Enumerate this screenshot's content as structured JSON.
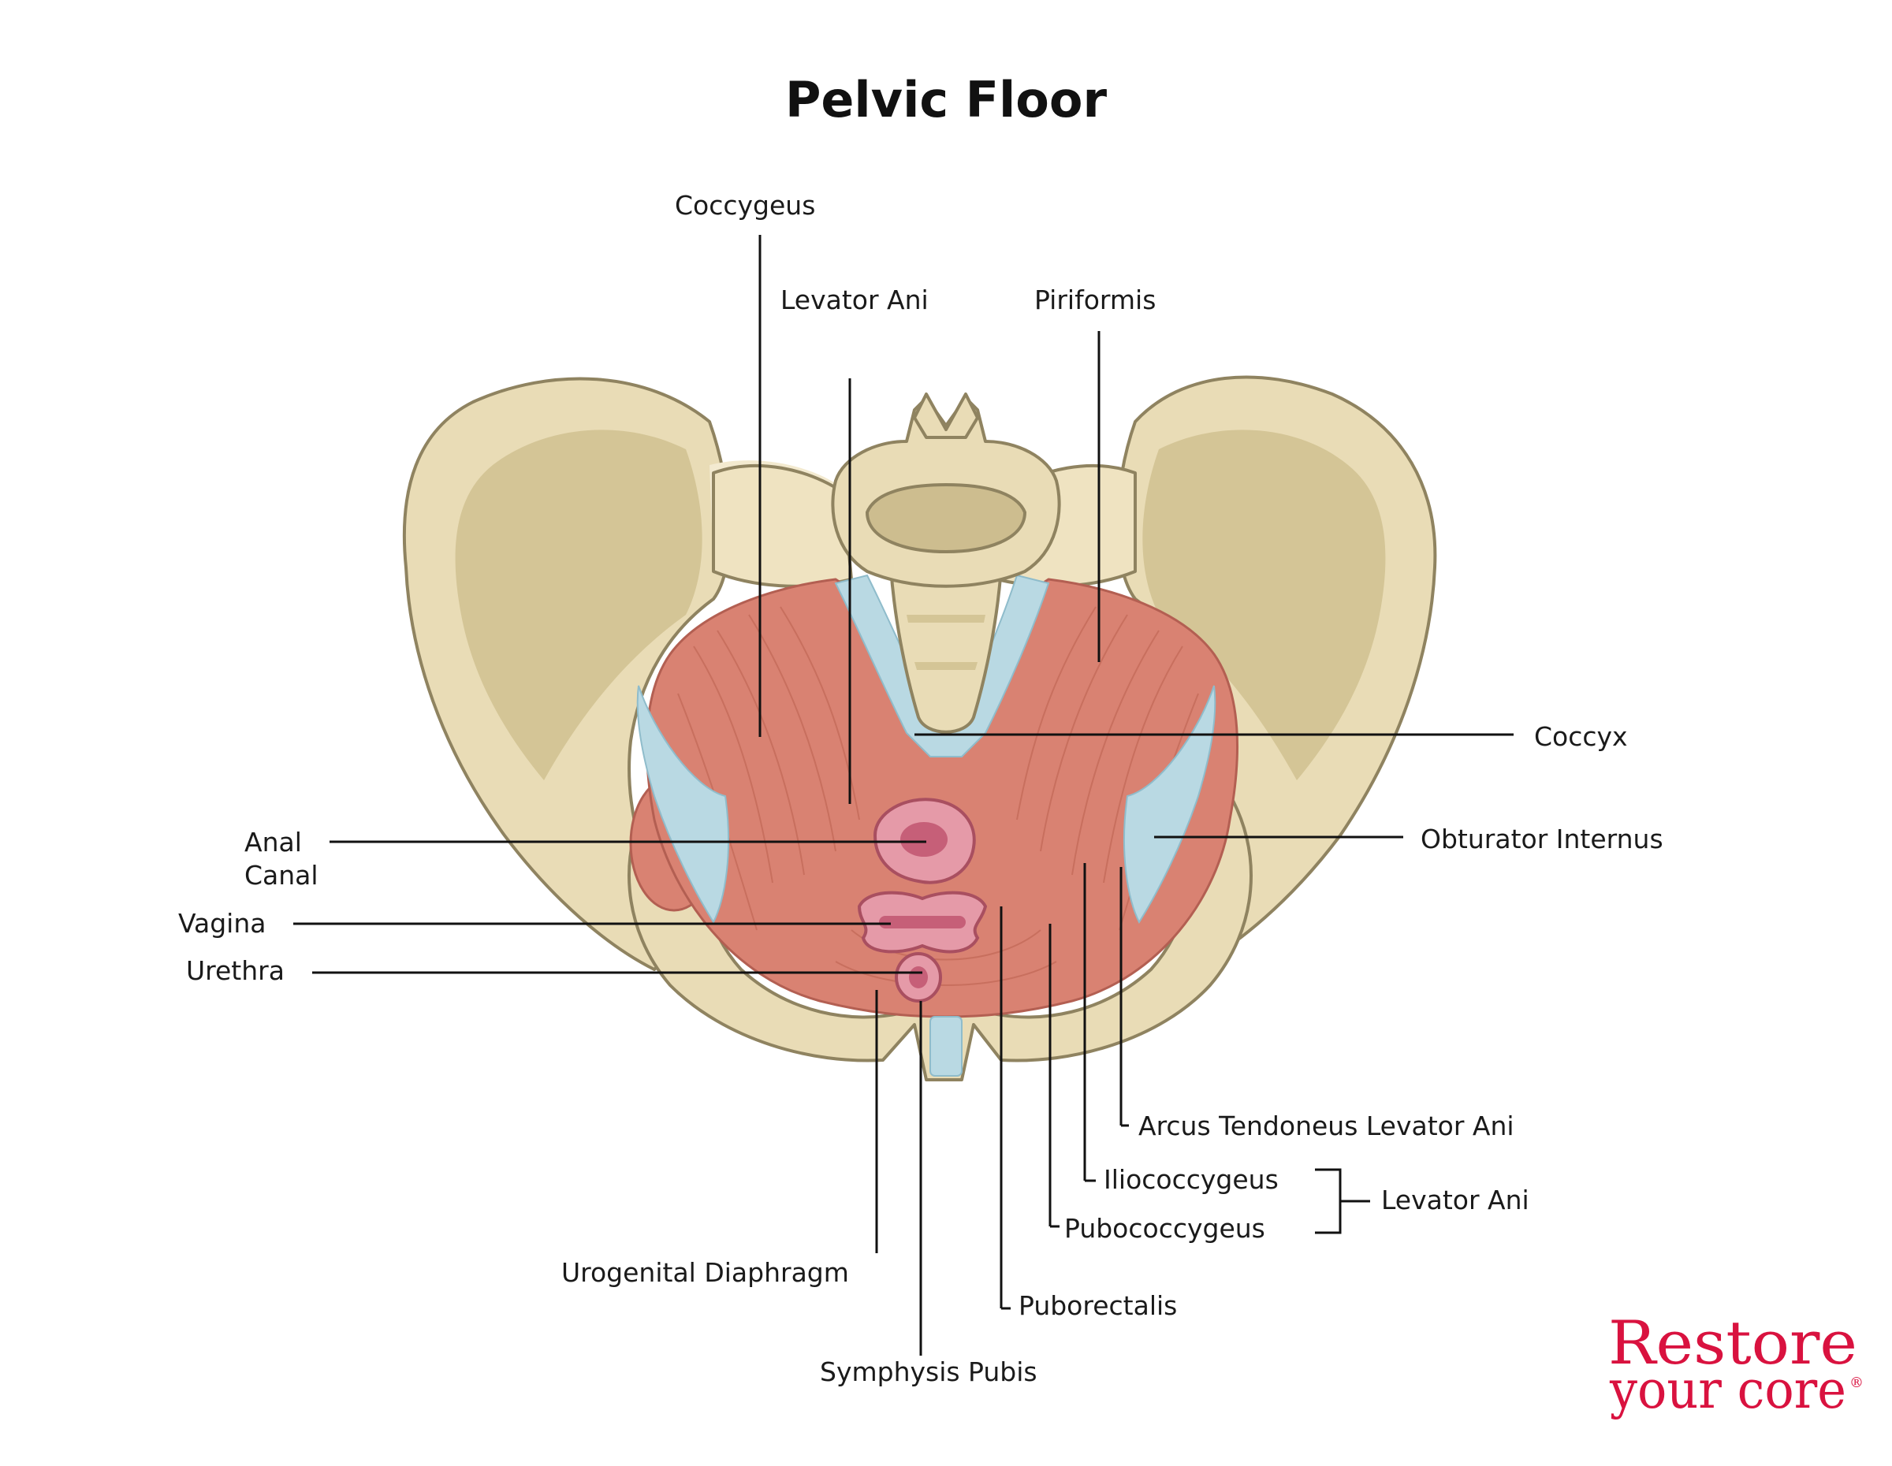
{
  "title": "Pelvic Floor",
  "labels": {
    "coccygeus": "Coccygeus",
    "levator_ani_top": "Levator Ani",
    "piriformis": "Piriformis",
    "coccyx": "Coccyx",
    "obturator_internus": "Obturator Internus",
    "anal": "Anal",
    "canal": "Canal",
    "vagina": "Vagina",
    "urethra": "Urethra",
    "arcus": "Arcus Tendoneus Levator Ani",
    "iliococcygeus": "Iliococcygeus",
    "pubococcygeus": "Pubococcygeus",
    "levator_ani_group": "Levator Ani",
    "urogenital": "Urogenital Diaphragm",
    "puborectalis": "Puborectalis",
    "symphysis": "Symphysis Pubis"
  },
  "logo": {
    "line1": "Restore",
    "line2": "your core",
    "mark": "®"
  },
  "colors": {
    "bone": "#e9dcb6",
    "muscle": "#d98272",
    "ligament": "#b9d9e3",
    "brand": "#d9123f"
  }
}
